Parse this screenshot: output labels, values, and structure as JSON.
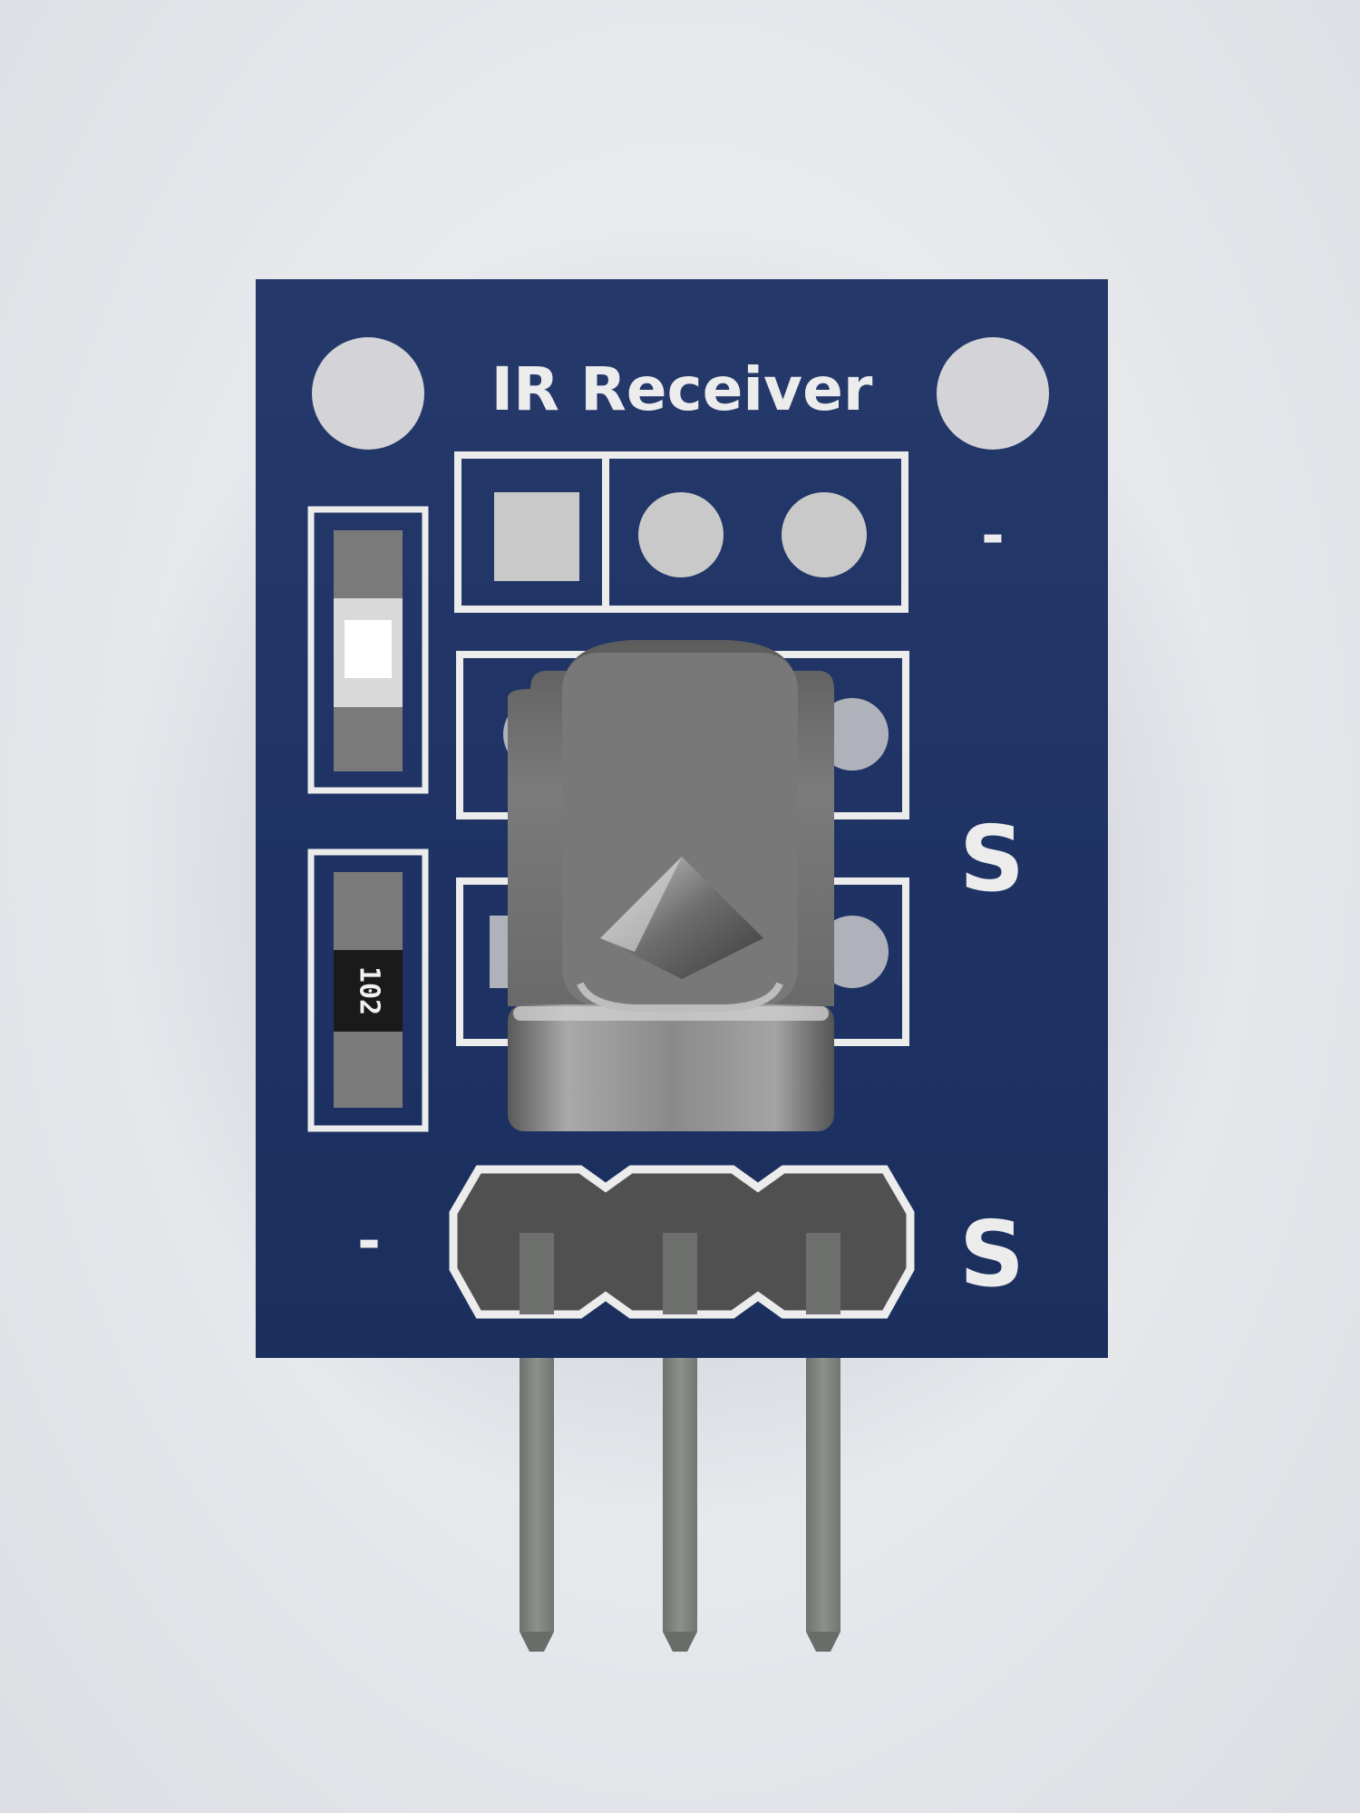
{
  "board": {
    "title": "IR Receiver",
    "pin_labels": {
      "top_right": "-",
      "middle_right": "S",
      "bottom_right": "S",
      "bottom_left": "-"
    },
    "resistor_code": "102",
    "colors": {
      "pcb": "#1f3567",
      "silkscreen": "#ececec",
      "pad": "#c9c9c9",
      "metal": "#8c8c8c"
    }
  }
}
